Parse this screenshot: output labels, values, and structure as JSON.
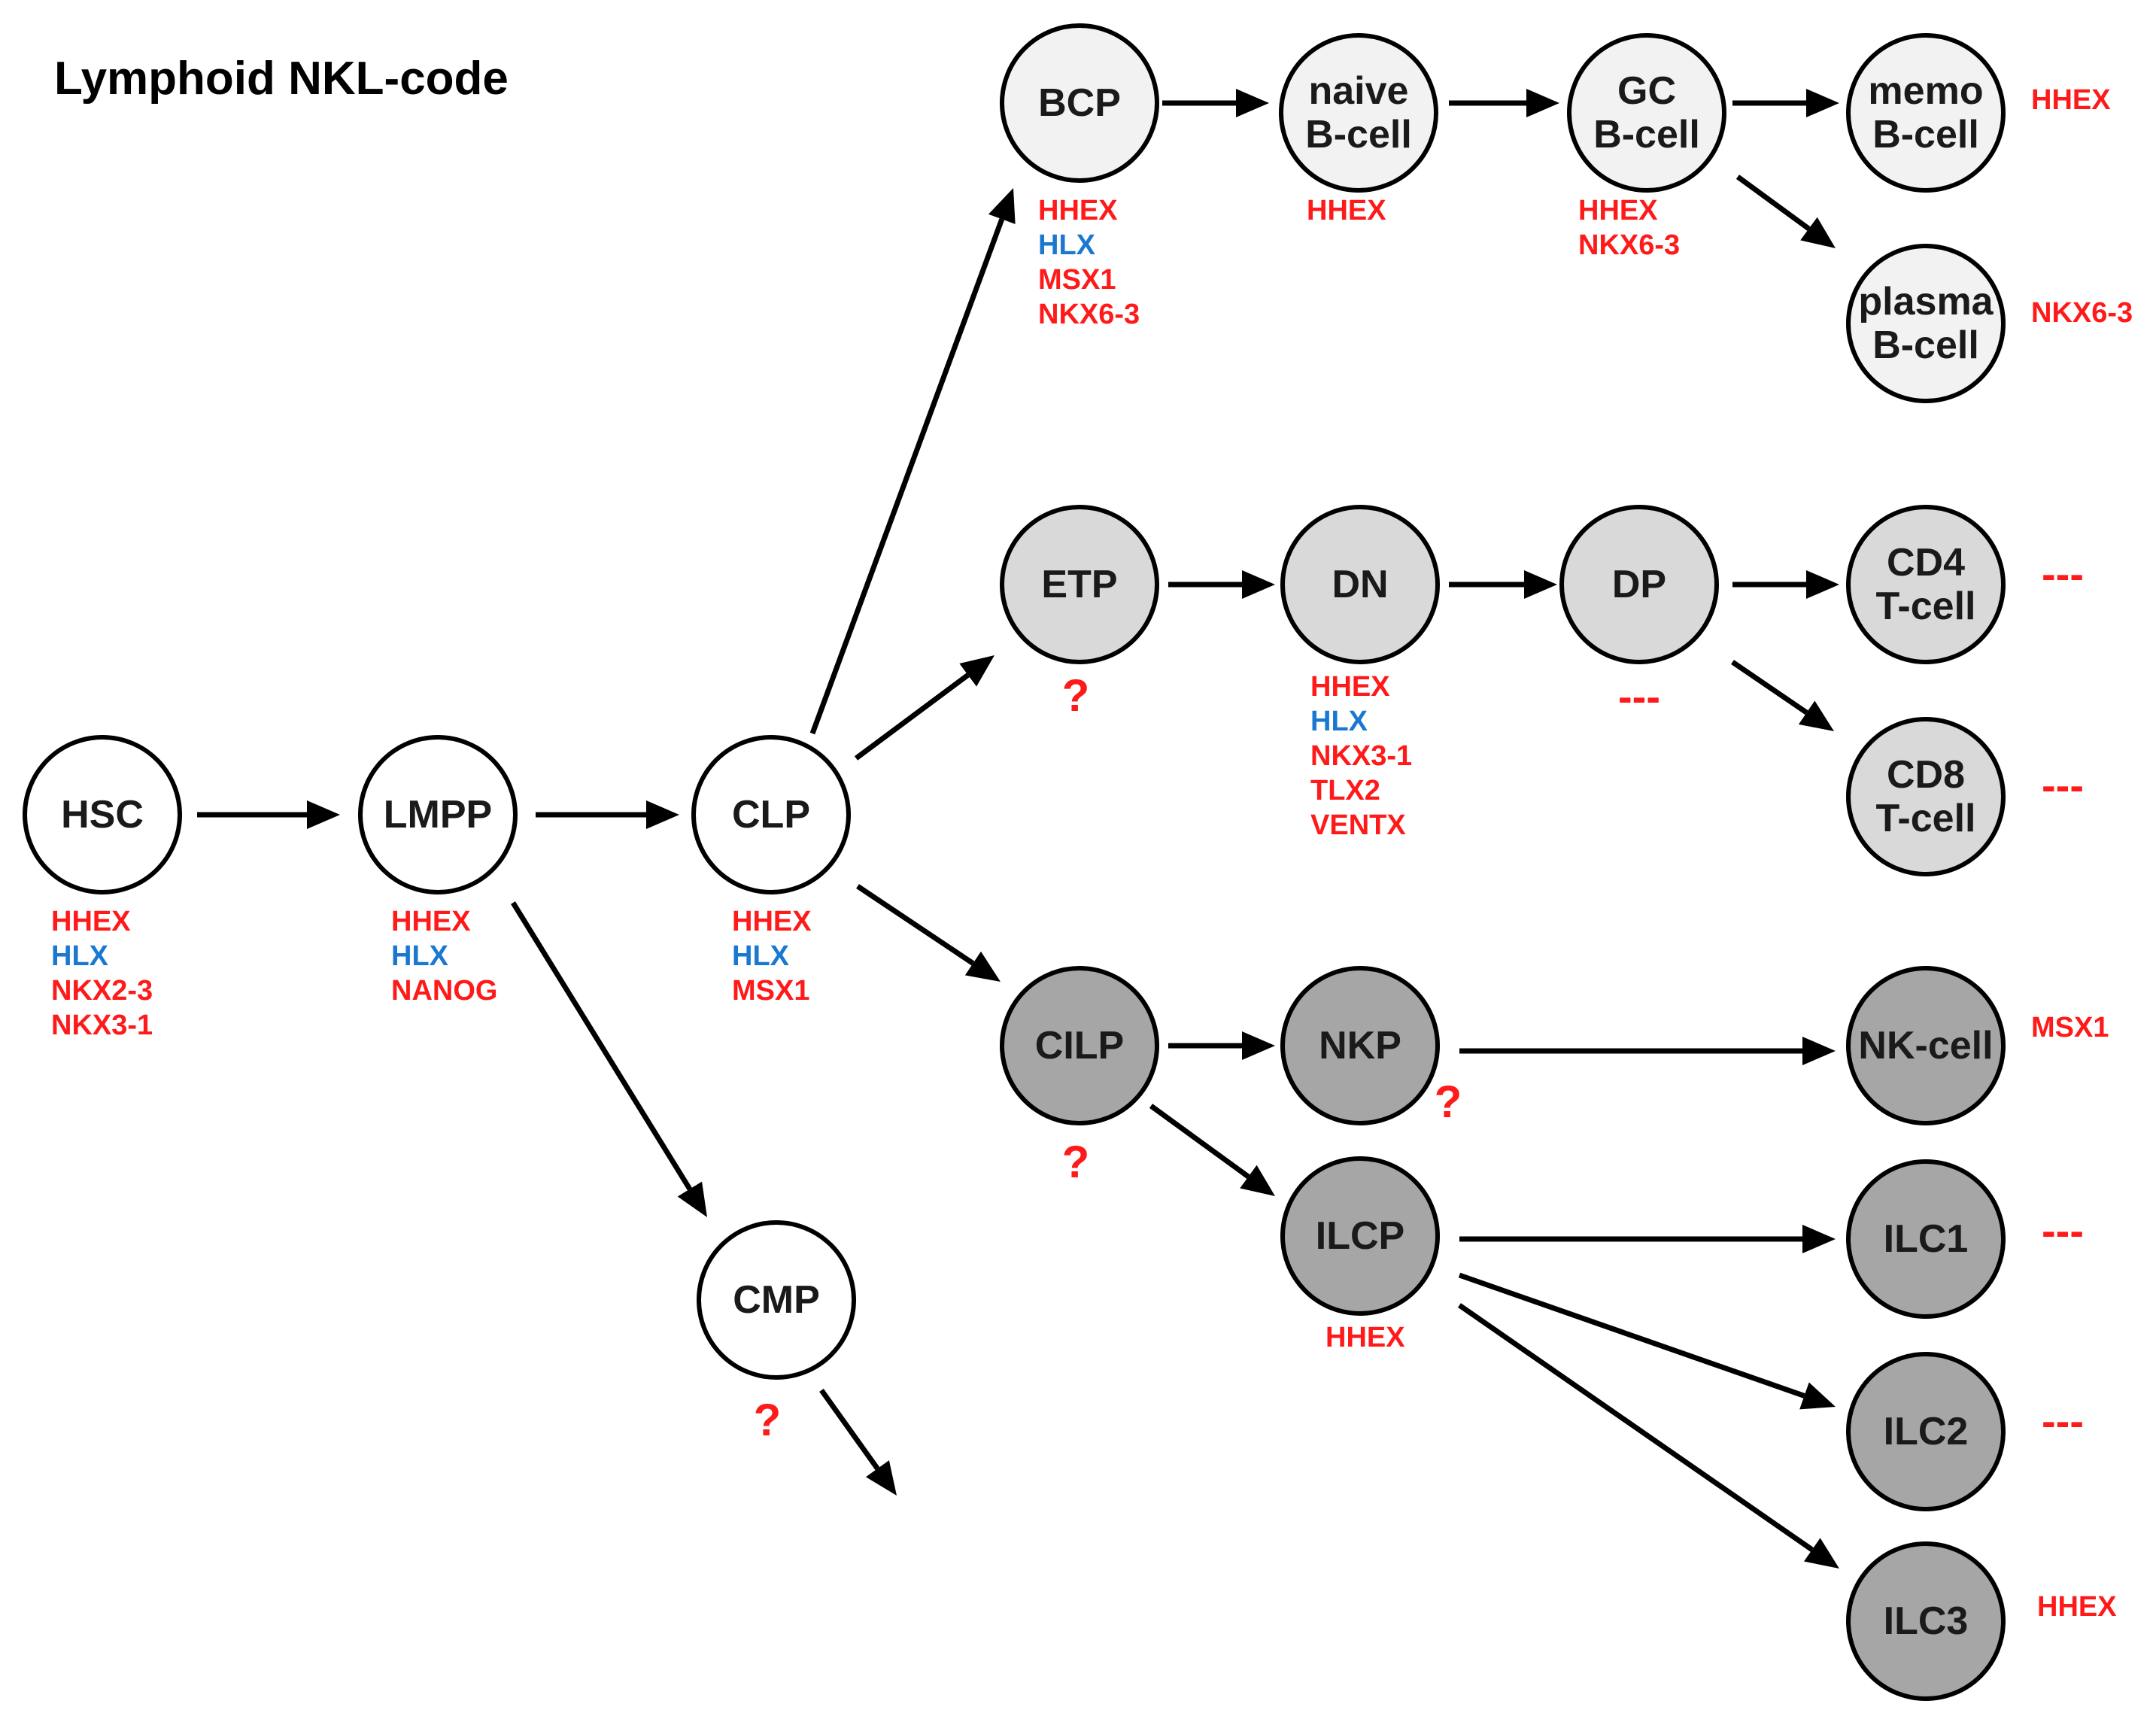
{
  "title": "Lymphoid NKL-code",
  "colors": {
    "gene_red": "#ff1a1a",
    "gene_blue": "#1a78d0",
    "fill_white": "#ffffff",
    "fill_light": "#f2f2f2",
    "fill_medium": "#d9d9d9",
    "fill_dark": "#a6a6a6",
    "stroke": "#000000"
  },
  "nodes": [
    {
      "id": "hsc",
      "lines": [
        "HSC"
      ],
      "fill": "fill_white"
    },
    {
      "id": "lmpp",
      "lines": [
        "LMPP"
      ],
      "fill": "fill_white"
    },
    {
      "id": "clp",
      "lines": [
        "CLP"
      ],
      "fill": "fill_white"
    },
    {
      "id": "cmp",
      "lines": [
        "CMP"
      ],
      "fill": "fill_white"
    },
    {
      "id": "bcp",
      "lines": [
        "BCP"
      ],
      "fill": "fill_light"
    },
    {
      "id": "naive-bcell",
      "lines": [
        "naive",
        "B-cell"
      ],
      "fill": "fill_light"
    },
    {
      "id": "gc-bcell",
      "lines": [
        "GC",
        "B-cell"
      ],
      "fill": "fill_light"
    },
    {
      "id": "memo-bcell",
      "lines": [
        "memo",
        "B-cell"
      ],
      "fill": "fill_light"
    },
    {
      "id": "plasma-bcell",
      "lines": [
        "plasma",
        "B-cell"
      ],
      "fill": "fill_light"
    },
    {
      "id": "etp",
      "lines": [
        "ETP"
      ],
      "fill": "fill_medium"
    },
    {
      "id": "dn",
      "lines": [
        "DN"
      ],
      "fill": "fill_medium"
    },
    {
      "id": "dp",
      "lines": [
        "DP"
      ],
      "fill": "fill_medium"
    },
    {
      "id": "cd4-tcell",
      "lines": [
        "CD4",
        "T-cell"
      ],
      "fill": "fill_medium"
    },
    {
      "id": "cd8-tcell",
      "lines": [
        "CD8",
        "T-cell"
      ],
      "fill": "fill_medium"
    },
    {
      "id": "cilp",
      "lines": [
        "CILP"
      ],
      "fill": "fill_dark"
    },
    {
      "id": "nkp",
      "lines": [
        "NKP"
      ],
      "fill": "fill_dark"
    },
    {
      "id": "nk-cell",
      "lines": [
        "NK-cell"
      ],
      "fill": "fill_dark"
    },
    {
      "id": "ilcp",
      "lines": [
        "ILCP"
      ],
      "fill": "fill_dark"
    },
    {
      "id": "ilc1",
      "lines": [
        "ILC1"
      ],
      "fill": "fill_dark"
    },
    {
      "id": "ilc2",
      "lines": [
        "ILC2"
      ],
      "fill": "fill_dark"
    },
    {
      "id": "ilc3",
      "lines": [
        "ILC3"
      ],
      "fill": "fill_dark"
    }
  ],
  "edges": [
    [
      "hsc",
      "lmpp"
    ],
    [
      "lmpp",
      "clp"
    ],
    [
      "lmpp",
      "cmp"
    ],
    [
      "cmp",
      "downstream"
    ],
    [
      "clp",
      "bcp"
    ],
    [
      "clp",
      "etp"
    ],
    [
      "clp",
      "cilp"
    ],
    [
      "bcp",
      "naive-bcell"
    ],
    [
      "naive-bcell",
      "gc-bcell"
    ],
    [
      "gc-bcell",
      "memo-bcell"
    ],
    [
      "gc-bcell",
      "plasma-bcell"
    ],
    [
      "etp",
      "dn"
    ],
    [
      "dn",
      "dp"
    ],
    [
      "dp",
      "cd4-tcell"
    ],
    [
      "dp",
      "cd8-tcell"
    ],
    [
      "cilp",
      "nkp"
    ],
    [
      "cilp",
      "ilcp"
    ],
    [
      "nkp",
      "nk-cell"
    ],
    [
      "ilcp",
      "ilc1"
    ],
    [
      "ilcp",
      "ilc2"
    ],
    [
      "ilcp",
      "ilc3"
    ]
  ],
  "gene_labels": [
    {
      "node": "hsc",
      "genes": [
        {
          "name": "HHEX",
          "color": "red"
        },
        {
          "name": "HLX",
          "color": "blue"
        },
        {
          "name": "NKX2-3",
          "color": "red"
        },
        {
          "name": "NKX3-1",
          "color": "red"
        }
      ]
    },
    {
      "node": "lmpp",
      "genes": [
        {
          "name": "HHEX",
          "color": "red"
        },
        {
          "name": "HLX",
          "color": "blue"
        },
        {
          "name": "NANOG",
          "color": "red"
        }
      ]
    },
    {
      "node": "clp",
      "genes": [
        {
          "name": "HHEX",
          "color": "red"
        },
        {
          "name": "HLX",
          "color": "blue"
        },
        {
          "name": "MSX1",
          "color": "red"
        }
      ]
    },
    {
      "node": "bcp",
      "genes": [
        {
          "name": "HHEX",
          "color": "red"
        },
        {
          "name": "HLX",
          "color": "blue"
        },
        {
          "name": "MSX1",
          "color": "red"
        },
        {
          "name": "NKX6-3",
          "color": "red"
        }
      ]
    },
    {
      "node": "naive-bcell",
      "genes": [
        {
          "name": "HHEX",
          "color": "red"
        }
      ]
    },
    {
      "node": "gc-bcell",
      "genes": [
        {
          "name": "HHEX",
          "color": "red"
        },
        {
          "name": "NKX6-3",
          "color": "red"
        }
      ]
    },
    {
      "node": "memo-bcell",
      "genes": [
        {
          "name": "HHEX",
          "color": "red"
        }
      ]
    },
    {
      "node": "plasma-bcell",
      "genes": [
        {
          "name": "NKX6-3",
          "color": "red"
        }
      ]
    },
    {
      "node": "dn",
      "genes": [
        {
          "name": "HHEX",
          "color": "red"
        },
        {
          "name": "HLX",
          "color": "blue"
        },
        {
          "name": "NKX3-1",
          "color": "red"
        },
        {
          "name": "TLX2",
          "color": "red"
        },
        {
          "name": "VENTX",
          "color": "red"
        }
      ]
    },
    {
      "node": "nk-cell",
      "genes": [
        {
          "name": "MSX1",
          "color": "red"
        }
      ]
    },
    {
      "node": "ilcp",
      "genes": [
        {
          "name": "HHEX",
          "color": "red"
        }
      ]
    },
    {
      "node": "ilc3",
      "genes": [
        {
          "name": "HHEX",
          "color": "red"
        }
      ]
    }
  ],
  "unknown_marks": [
    {
      "node": "cmp",
      "text": "?"
    },
    {
      "node": "etp",
      "text": "?"
    },
    {
      "node": "cilp",
      "text": "?"
    },
    {
      "node": "nkp",
      "text": "?"
    }
  ],
  "none_marks": [
    {
      "node": "dp",
      "text": "---"
    },
    {
      "node": "cd4-tcell",
      "text": "---"
    },
    {
      "node": "cd8-tcell",
      "text": "---"
    },
    {
      "node": "ilc1",
      "text": "---"
    },
    {
      "node": "ilc2",
      "text": "---"
    }
  ]
}
